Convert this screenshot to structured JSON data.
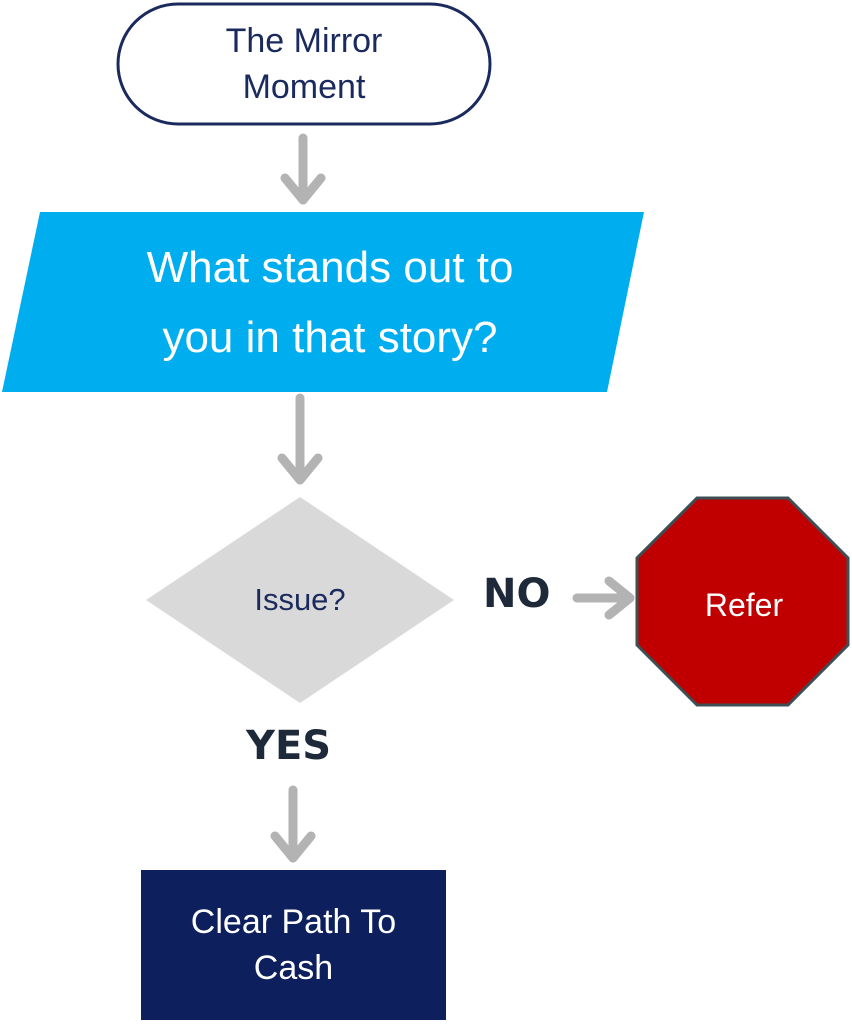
{
  "start": {
    "text": "The Mirror\nMoment"
  },
  "question": {
    "text": "What stands out to\nyou in that story?"
  },
  "decision": {
    "text": "Issue?"
  },
  "branches": {
    "no_label": "NO",
    "yes_label": "YES"
  },
  "stop": {
    "text": "Refer"
  },
  "end": {
    "text": "Clear Path To\nCash"
  },
  "colors": {
    "start_border": "#1b2a5c",
    "question_fill": "#00aeef",
    "decision_fill": "#d9d9d9",
    "stop_fill": "#c00000",
    "stop_border": "#3d4f55",
    "end_fill": "#0d1f5c",
    "arrow": "#b3b3b3"
  }
}
